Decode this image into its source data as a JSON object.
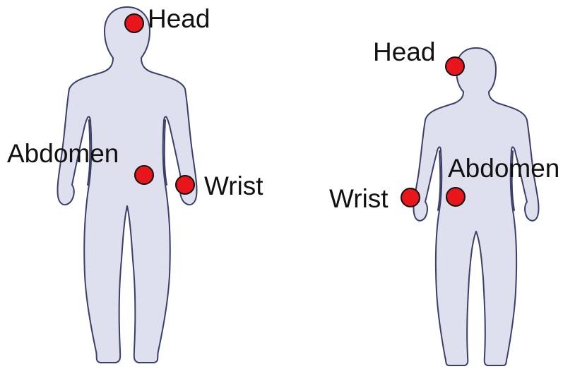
{
  "marker_color": "#e8151b",
  "figures": [
    {
      "labels": {
        "head": "Head",
        "abdomen": "Abdomen",
        "wrist": "Wrist"
      }
    },
    {
      "labels": {
        "head": "Head",
        "abdomen": "Abdomen",
        "wrist": "Wrist"
      }
    }
  ]
}
